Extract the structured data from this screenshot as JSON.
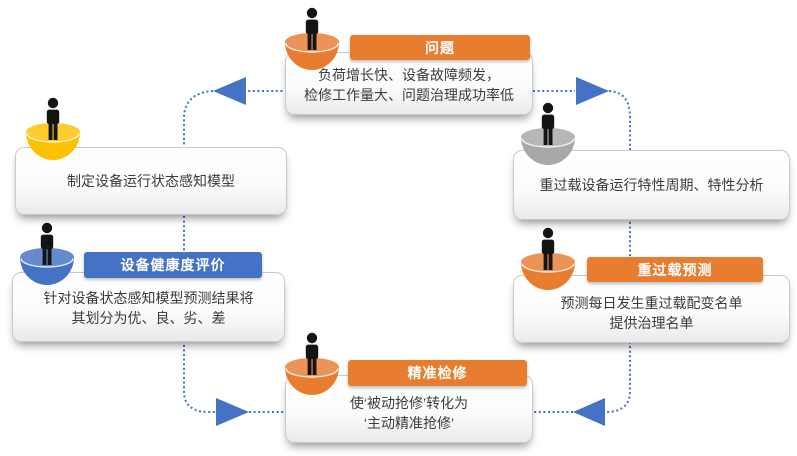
{
  "diagram": {
    "type": "cyclic-flow",
    "flow": {
      "line_style": "dashed",
      "color": "#4472C4"
    },
    "person_color": "#141414",
    "nodes": [
      {
        "id": "problem",
        "position": "top-center",
        "badge": "问题",
        "badge_color": "#E87D30",
        "bowl_color": "#E87D30",
        "icon": "person-on-bowl",
        "lines": [
          "负荷增长快、设备故障频发，",
          "检修工作量大、问题治理成功率低"
        ]
      },
      {
        "id": "overload-characteristic-analysis",
        "position": "right-upper",
        "badge": "",
        "bowl_color": "#A8A8A8",
        "icon": "person-on-bowl",
        "lines": [
          "重过载设备运行特性周期、特性分析"
        ]
      },
      {
        "id": "overload-forecast",
        "position": "right-lower",
        "badge": "重过载预测",
        "badge_color": "#E87D30",
        "bowl_color": "#E87D30",
        "icon": "person-on-bowl",
        "lines": [
          "预测每日发生重过载配变名单",
          "提供治理名单"
        ]
      },
      {
        "id": "precise-maintenance",
        "position": "bottom-center",
        "badge": "精准检修",
        "badge_color": "#E87D30",
        "bowl_color": "#E87D30",
        "icon": "person-on-bowl",
        "lines": [
          "使‘被动抢修’转化为",
          "‘主动精准抢修’"
        ]
      },
      {
        "id": "health-evaluation",
        "position": "left-lower",
        "badge": "设备健康度评价",
        "badge_color": "#4472C4",
        "bowl_color": "#4472C4",
        "icon": "person-on-bowl",
        "lines": [
          "针对设备状态感知模型预测结果将",
          "其划分为优、良、劣、差"
        ]
      },
      {
        "id": "perception-model",
        "position": "left-upper",
        "badge": "",
        "bowl_color": "#FFC000",
        "icon": "person-on-bowl",
        "lines": [
          "制定设备运行状态感知模型"
        ]
      }
    ]
  }
}
